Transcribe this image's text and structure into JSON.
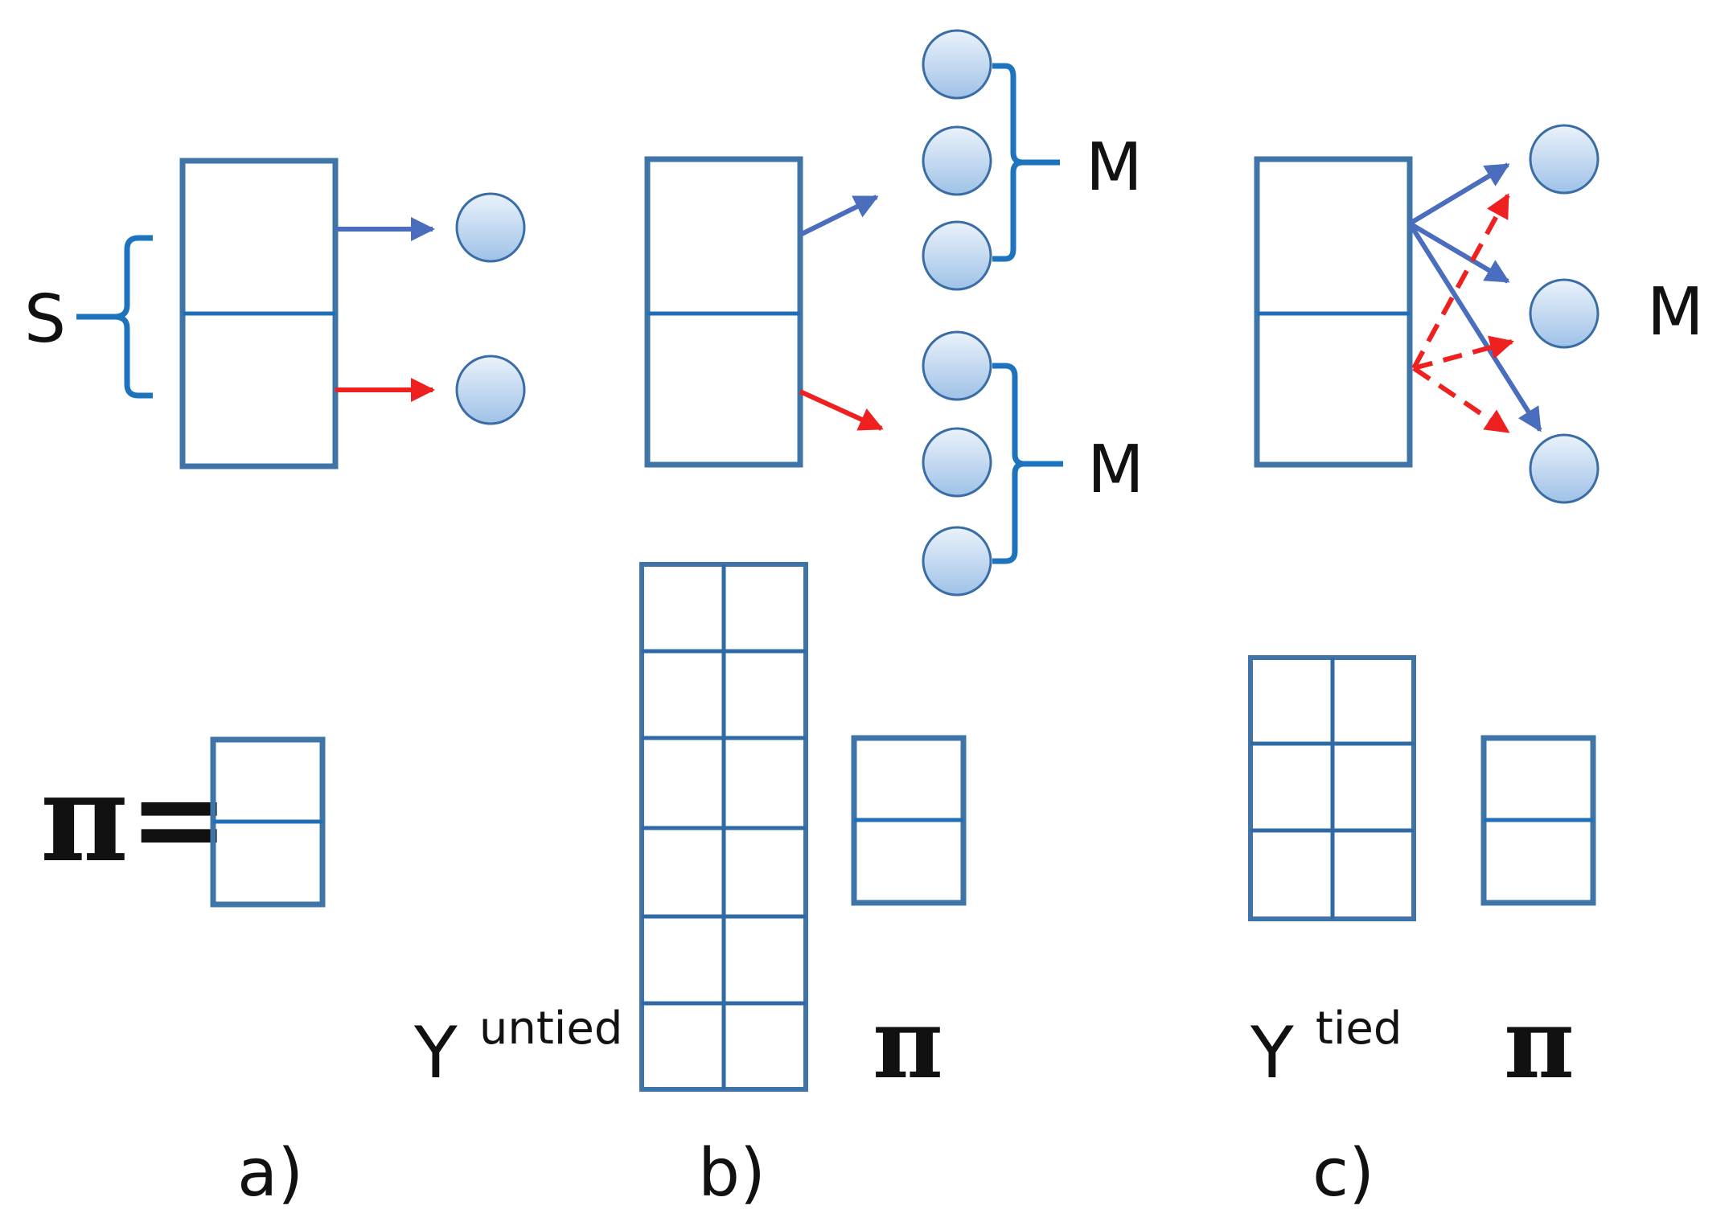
{
  "panel_a": {
    "brace_label": "S",
    "pi_label": "π=",
    "caption": "a)"
  },
  "panel_b": {
    "top_group_label": "M",
    "bottom_group_label": "M",
    "gamma_symbol": "Υ",
    "gamma_superscript": "untied",
    "pi_label": "π",
    "caption": "b)"
  },
  "panel_c": {
    "group_label": "M",
    "gamma_symbol": "Υ",
    "gamma_superscript": "tied",
    "pi_label": "π",
    "caption": "c)"
  },
  "colors": {
    "box_stroke": "#3f74a8",
    "brace": "#1e73be",
    "arrow_blue": "#4a6ebd",
    "arrow_red": "#ee2020",
    "node_fill_top": "#eaf2fb",
    "node_fill_bottom": "#9fc2e7"
  }
}
